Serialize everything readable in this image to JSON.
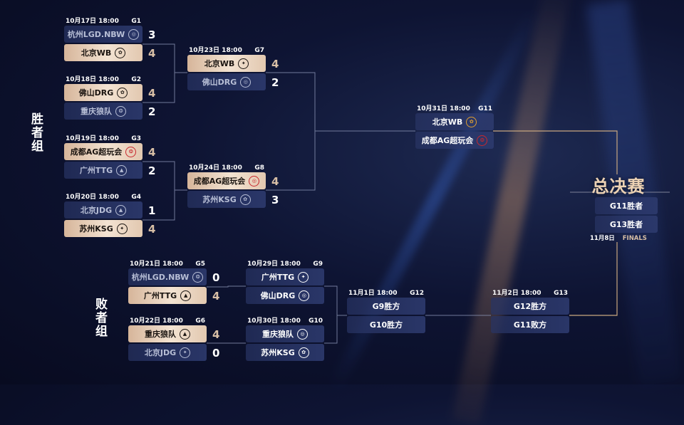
{
  "labels": {
    "winners_bracket": "胜者组",
    "losers_bracket": "败者组",
    "finals_title": "总决赛",
    "finals_date": "11月8日",
    "finals_tag": "FINALS"
  },
  "matches": [
    {
      "id": "G1",
      "time": "10月17日 18:00",
      "teams": [
        {
          "name": "杭州LGD.NBW",
          "score": "3",
          "win": false
        },
        {
          "name": "北京WB",
          "score": "4",
          "win": true
        }
      ]
    },
    {
      "id": "G2",
      "time": "10月18日 18:00",
      "teams": [
        {
          "name": "佛山DRG",
          "score": "4",
          "win": true
        },
        {
          "name": "重庆狼队",
          "score": "2",
          "win": false
        }
      ]
    },
    {
      "id": "G3",
      "time": "10月19日 18:00",
      "teams": [
        {
          "name": "成都AG超玩会",
          "score": "4",
          "win": true
        },
        {
          "name": "广州TTG",
          "score": "2",
          "win": false
        }
      ]
    },
    {
      "id": "G4",
      "time": "10月20日 18:00",
      "teams": [
        {
          "name": "北京JDG",
          "score": "1",
          "win": false
        },
        {
          "name": "苏州KSG",
          "score": "4",
          "win": true
        }
      ]
    },
    {
      "id": "G7",
      "time": "10月23日 18:00",
      "teams": [
        {
          "name": "北京WB",
          "score": "4",
          "win": true
        },
        {
          "name": "佛山DRG",
          "score": "2",
          "win": false
        }
      ]
    },
    {
      "id": "G8",
      "time": "10月24日 18:00",
      "teams": [
        {
          "name": "成都AG超玩会",
          "score": "4",
          "win": true
        },
        {
          "name": "苏州KSG",
          "score": "3",
          "win": false
        }
      ]
    },
    {
      "id": "G11",
      "time": "10月31日 18:00",
      "teams": [
        {
          "name": "北京WB",
          "score": null,
          "plain": true
        },
        {
          "name": "成都AG超玩会",
          "score": null,
          "plain": true
        }
      ]
    },
    {
      "id": "G5",
      "time": "10月21日 18:00",
      "teams": [
        {
          "name": "杭州LGD.NBW",
          "score": "0",
          "win": false
        },
        {
          "name": "广州TTG",
          "score": "4",
          "win": true
        }
      ]
    },
    {
      "id": "G6",
      "time": "10月22日 18:00",
      "teams": [
        {
          "name": "重庆狼队",
          "score": "4",
          "win": true
        },
        {
          "name": "北京JDG",
          "score": "0",
          "win": false
        }
      ]
    },
    {
      "id": "G9",
      "time": "10月29日 18:00",
      "teams": [
        {
          "name": "广州TTG",
          "score": null,
          "plain": true
        },
        {
          "name": "佛山DRG",
          "score": null,
          "plain": true
        }
      ]
    },
    {
      "id": "G10",
      "time": "10月30日 18:00",
      "teams": [
        {
          "name": "重庆狼队",
          "score": null,
          "plain": true
        },
        {
          "name": "苏州KSG",
          "score": null,
          "plain": true
        }
      ]
    },
    {
      "id": "G12",
      "time": "11月1日 18:00",
      "teams": [
        {
          "name": "G9胜方",
          "score": null,
          "plain": true,
          "nologo": true
        },
        {
          "name": "G10胜方",
          "score": null,
          "plain": true,
          "nologo": true
        }
      ]
    },
    {
      "id": "G13",
      "time": "11月2日 18:00",
      "teams": [
        {
          "name": "G12胜方",
          "score": null,
          "plain": true,
          "nologo": true
        },
        {
          "name": "G11败方",
          "score": null,
          "plain": true,
          "nologo": true
        }
      ]
    },
    {
      "id": "",
      "time": "",
      "teams": [
        {
          "name": "G11胜者",
          "score": null,
          "plain": true,
          "nologo": true
        },
        {
          "name": "G13胜者",
          "score": null,
          "plain": true,
          "nologo": true
        }
      ]
    }
  ],
  "colors": {
    "gold": "#d8bfa6",
    "card": "#2d3a6e",
    "line": "#9aa3c0"
  }
}
